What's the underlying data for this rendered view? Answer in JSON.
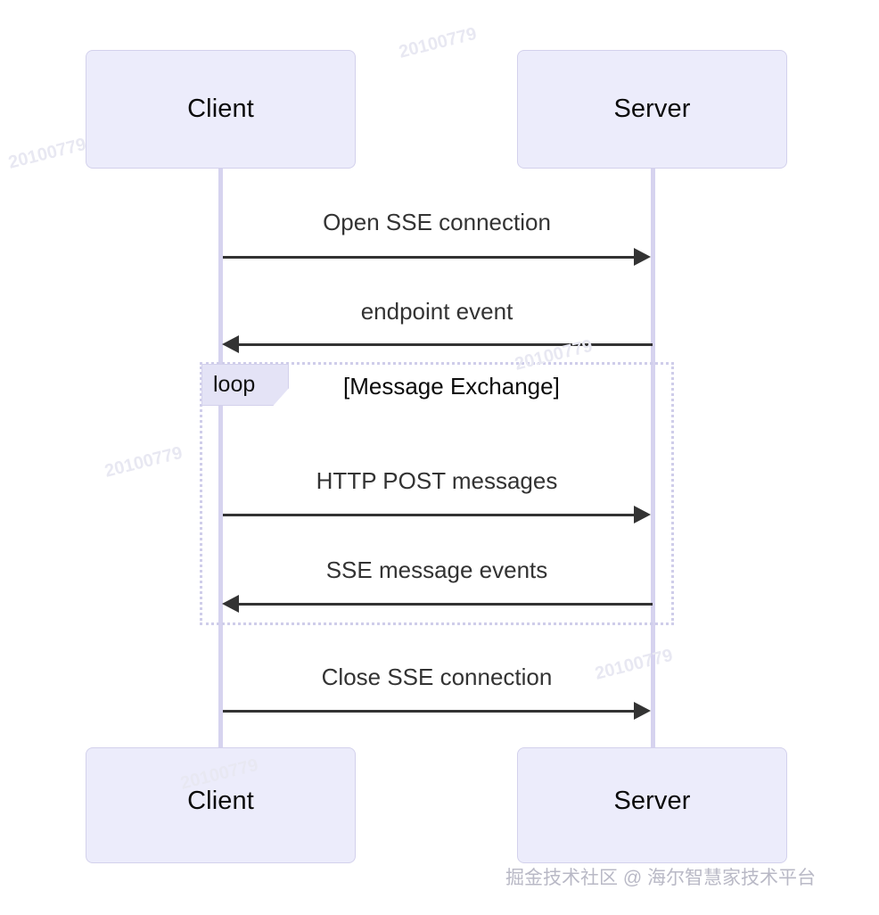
{
  "diagram": {
    "type": "sequence-diagram",
    "participants": [
      {
        "id": "client",
        "label": "Client"
      },
      {
        "id": "server",
        "label": "Server"
      }
    ],
    "messages": [
      {
        "label": "Open SSE connection",
        "from": "client",
        "to": "server",
        "direction": "right"
      },
      {
        "label": "endpoint event",
        "from": "server",
        "to": "client",
        "direction": "left"
      },
      {
        "label": "HTTP POST messages",
        "from": "client",
        "to": "server",
        "direction": "right"
      },
      {
        "label": "SSE message events",
        "from": "server",
        "to": "client",
        "direction": "left"
      },
      {
        "label": "Close SSE connection",
        "from": "client",
        "to": "server",
        "direction": "right"
      }
    ],
    "fragment": {
      "kind": "loop",
      "tab_label": "loop",
      "title": "[Message Exchange]"
    }
  },
  "watermarks": {
    "diagonal_text": "20100779",
    "bottom_text": "掘金技术社区 @ 海尔智慧家技术平台"
  },
  "colors": {
    "box_fill": "#ececfb",
    "box_border": "#d3d1ec",
    "lifeline": "#d6d3ef",
    "arrow": "#333333",
    "fragment_border": "#cfcdea",
    "fragment_tab_fill": "#e4e3f6",
    "text": "#0b0b0b",
    "message_text": "#333333"
  }
}
